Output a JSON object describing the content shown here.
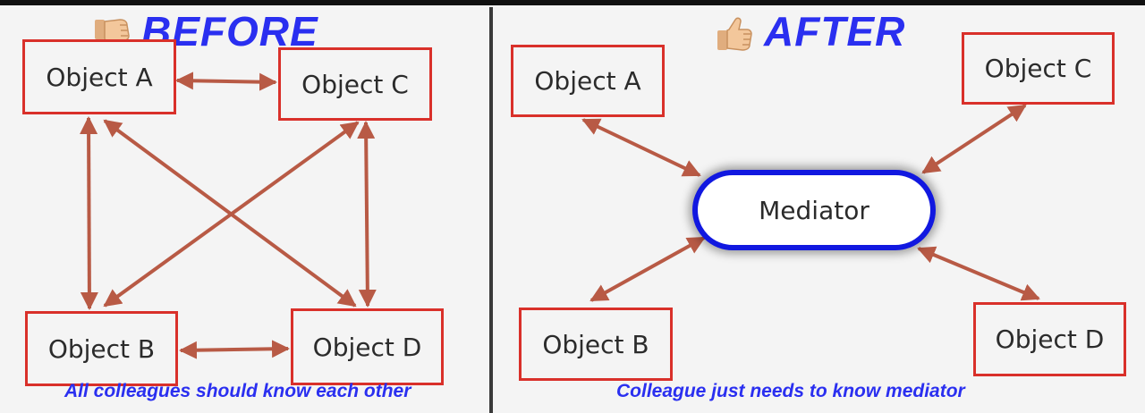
{
  "before": {
    "heading": "BEFORE",
    "heading_icon": "thumbs-down-icon",
    "caption": "All colleagues should know each other",
    "objects": {
      "a": "Object A",
      "b": "Object B",
      "c": "Object C",
      "d": "Object D"
    }
  },
  "after": {
    "heading": "AFTER",
    "heading_icon": "thumbs-up-icon",
    "caption": "Colleague just needs to know mediator",
    "mediator": "Mediator",
    "objects": {
      "a": "Object A",
      "b": "Object B",
      "c": "Object C",
      "d": "Object D"
    }
  },
  "colors": {
    "heading": "#2a2ff0",
    "box_border": "#d9302a",
    "arrow": "#b85a45",
    "mediator_border": "#1118e0"
  }
}
